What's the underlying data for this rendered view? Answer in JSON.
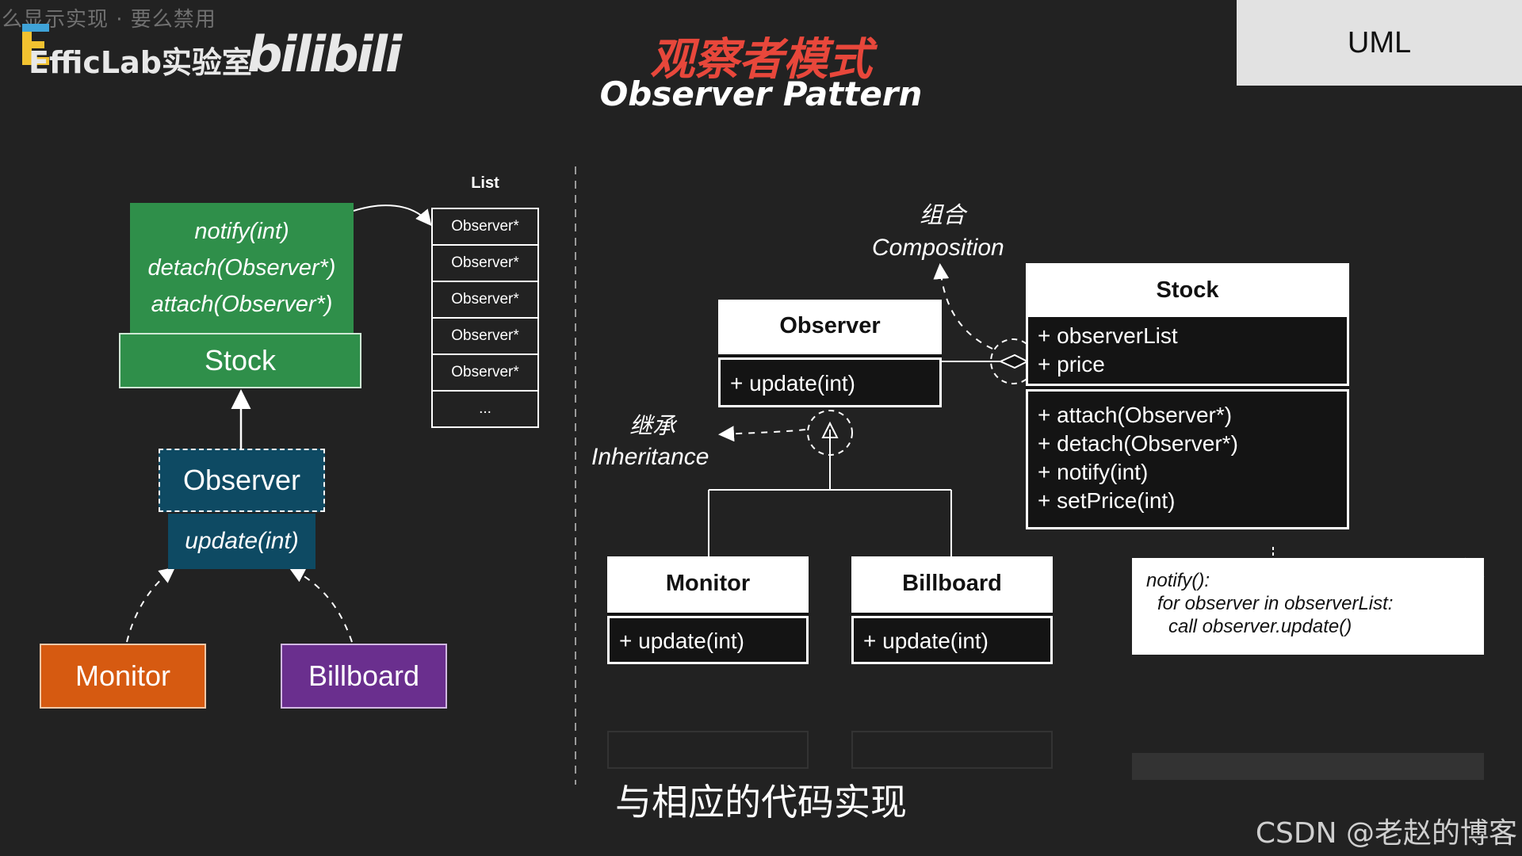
{
  "header": {
    "top_overlay_text": "么显示实现 · 要么禁用",
    "logo_text": "EfficLab实验室",
    "bilibili_logo": "bilibili",
    "title_cn": "观察者模式",
    "title_en": "Observer Pattern",
    "tab_label": "UML"
  },
  "left_diagram": {
    "stock_methods": [
      "notify(int)",
      "detach(Observer*)",
      "attach(Observer*)"
    ],
    "stock_label": "Stock",
    "list_label": "List",
    "list_items": [
      "Observer*",
      "Observer*",
      "Observer*",
      "Observer*",
      "Observer*",
      "..."
    ],
    "observer_label": "Observer",
    "observer_method": "update(int)",
    "monitor_label": "Monitor",
    "billboard_label": "Billboard"
  },
  "uml": {
    "observer": {
      "name": "Observer",
      "methods": [
        "+ update(int)"
      ]
    },
    "monitor": {
      "name": "Monitor",
      "methods": [
        "+ update(int)"
      ]
    },
    "billboard": {
      "name": "Billboard",
      "methods": [
        "+ update(int)"
      ]
    },
    "stock": {
      "name": "Stock",
      "attributes": [
        "+ observerList",
        "+ price"
      ],
      "methods": [
        "+ attach(Observer*)",
        "+ detach(Observer*)",
        "+ notify(int)",
        "+ setPrice(int)"
      ]
    },
    "composition_cn": "组合",
    "composition_en": "Composition",
    "inheritance_cn": "继承",
    "inheritance_en": "Inheritance",
    "note_lines": [
      "notify():",
      "for observer in observerList:",
      "call observer.update()"
    ]
  },
  "footer": {
    "subtitle": "与相应的代码实现",
    "watermark": "CSDN @老赵的博客"
  },
  "colors": {
    "background": "#222222",
    "stock_green": "#2f8f4a",
    "observer_teal": "#0e4a63",
    "monitor_orange": "#d65a11",
    "billboard_purple": "#6a2f8e",
    "title_red": "#e8473b"
  }
}
